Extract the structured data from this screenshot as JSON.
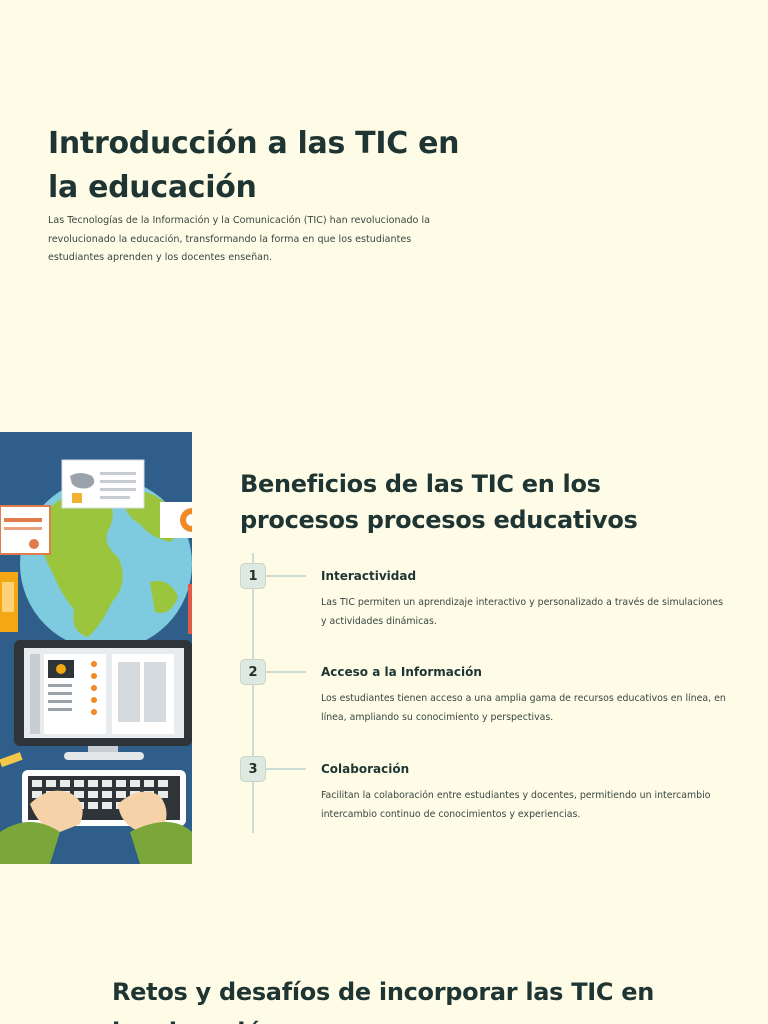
{
  "intro": {
    "title": "Introducción a las TIC en la educación",
    "body": "Las Tecnologías de la Información y la Comunicación (TIC) han revolucionado la revolucionado la educación, transformando la forma en que los estudiantes estudiantes aprenden y los docentes enseñan."
  },
  "benefits": {
    "title": "Beneficios de las TIC en los procesos procesos educativos",
    "illustration_icon": "education-technology-illustration",
    "steps": [
      {
        "number": "1",
        "title": "Interactividad",
        "text": "Las TIC permiten un aprendizaje interactivo y personalizado a través de simulaciones y actividades dinámicas."
      },
      {
        "number": "2",
        "title": "Acceso a la Información",
        "text": "Los estudiantes tienen acceso a una amplia gama de recursos educativos en línea, en línea, ampliando su conocimiento y perspectivas."
      },
      {
        "number": "3",
        "title": "Colaboración",
        "text": "Facilitan la colaboración entre estudiantes y docentes, permitiendo un intercambio intercambio continuo de conocimientos y experiencias."
      }
    ]
  },
  "challenges": {
    "title": "Retos y desafíos de incorporar las TIC en la educación"
  },
  "colors": {
    "background": "#fefce6",
    "heading": "#1f3533",
    "body_text": "#3a4644",
    "badge_bg": "#dde9e1",
    "timeline": "#cfdcd6",
    "illustration_bg": "#2d5b86"
  }
}
